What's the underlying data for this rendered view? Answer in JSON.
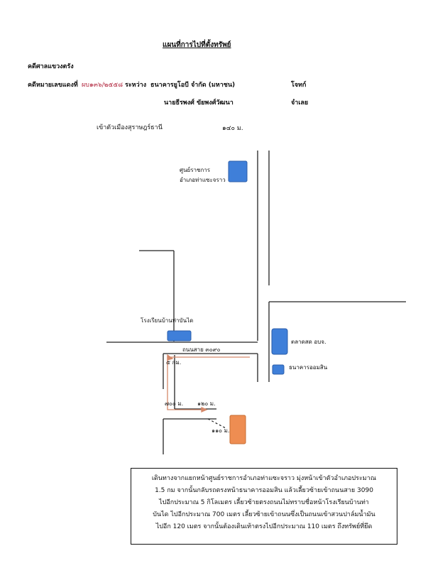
{
  "header": {
    "title": "แผนที่การไปที่ตั้งทรัพย์",
    "court": "คดีศาลแขวงตรัง",
    "case_label": "คดีหมายเลขแดงที่",
    "case_number": "ผบ๑๓๖/๒๕๕๘",
    "between": "ระหว่าง",
    "plaintiff": "ธนาคารยูโอบี จำกัด (มหาชน)",
    "plaintiff_role": "โจทก์",
    "defendant": "นายธีรพงศ์ ขัยพงศ์วัฒนา",
    "defendant_role": "จำเลย"
  },
  "map": {
    "label_top_left": "เข้าตัวเมืองสุราษฎร์ธานี",
    "dist_top": "๑๔๐ ม.",
    "place_district_line1": "ศูนย์ราชการ",
    "place_district_line2": "อำเภอท่าแซะจราว",
    "place_school": "โรงเรียนบ้านท่าบันได",
    "road_name": "ถนนสาย ๓๐๙๐",
    "place_market": "ตลาดสด อบจ.",
    "place_bank": "ธนาคารออมสิน",
    "dist_5km": "๕ กม.",
    "dist_700": "๗๐๐ ม.",
    "dist_120": "๑๒๐ ม.",
    "dist_110": "๑๑๐ ม.",
    "colors": {
      "place": "#3f7fd9",
      "target": "#ee8d52",
      "route": "#d5896a"
    },
    "icons": [
      "building-block",
      "target-property-block",
      "route-arrow"
    ]
  },
  "directions": [
    "เดินทางจากแยกหน้าศูนย์ราชการอำเภอท่าแซะจราว มุ่งหน้าเข้าตัวอำเภอประมาณ",
    "1.5 กม จากนั้นกลับรถตรงหน้าธนาคารออมสิน แล้วเลี้ยวซ้ายเข้าถนนสาย 3090",
    "ไปอีกประมาณ 5 กิโลเมตร เลี้ยวซ้ายตรงถนนไม่ทราบชื่อหน้าโรงเรียนบ้านท่า",
    "บันได ไปอีกประมาณ 700 เมตร เลี้ยวซ้ายเข้าถนนซึ่งเป็นถนนเข้าสวนปาล์มน้ำมัน",
    "ไปอีก 120 เมตร  จากนั้นต้องเดินเท้าตรงไปอีกประมาณ 110 เมตร ถึงทรัพย์ที่ยึด"
  ]
}
